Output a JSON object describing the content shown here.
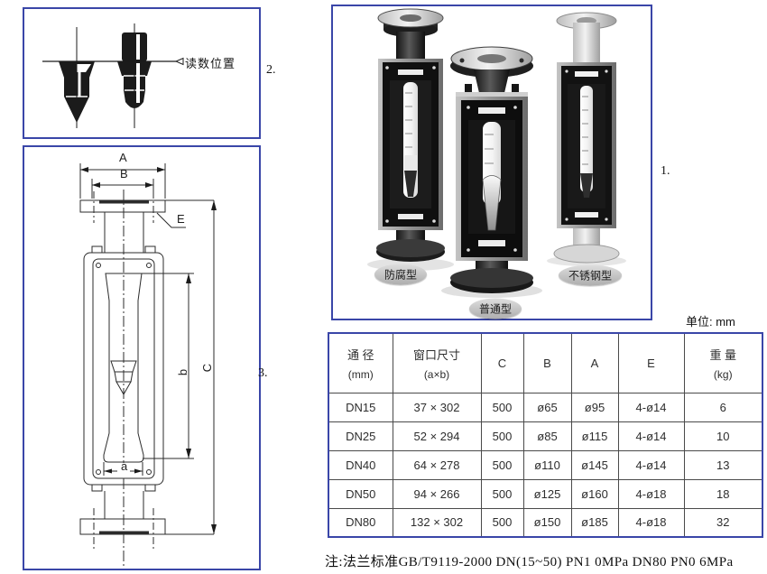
{
  "page": {
    "section_numbers": {
      "photo": "1.",
      "reading": "2.",
      "drawing": "3."
    },
    "units_label": "单位: mm",
    "note": "注:法兰标准GB/T9119-2000 DN(15~50) PN1 0MPa  DN80 PN0 6MPa"
  },
  "reading_panel": {
    "label": "读数位置"
  },
  "drawing_panel": {
    "dims": {
      "A": "A",
      "B": "B",
      "C": "C",
      "E": "E",
      "a": "a",
      "b": "b"
    }
  },
  "photo_panel": {
    "variants": [
      {
        "label": "防腐型"
      },
      {
        "label": "普通型"
      },
      {
        "label": "不锈钢型"
      }
    ]
  },
  "table": {
    "columns": [
      {
        "label": "通 径",
        "sub": "(mm)"
      },
      {
        "label": "窗口尺寸",
        "sub": "(a×b)"
      },
      {
        "label": "C",
        "sub": ""
      },
      {
        "label": "B",
        "sub": ""
      },
      {
        "label": "A",
        "sub": ""
      },
      {
        "label": "E",
        "sub": ""
      },
      {
        "label": "重 量",
        "sub": "(kg)"
      }
    ],
    "rows": [
      [
        "DN15",
        "37 × 302",
        "500",
        "ø65",
        "ø95",
        "4-ø14",
        "6"
      ],
      [
        "DN25",
        "52 × 294",
        "500",
        "ø85",
        "ø115",
        "4-ø14",
        "10"
      ],
      [
        "DN40",
        "64 × 278",
        "500",
        "ø110",
        "ø145",
        "4-ø14",
        "13"
      ],
      [
        "DN50",
        "94 × 266",
        "500",
        "ø125",
        "ø160",
        "4-ø18",
        "18"
      ],
      [
        "DN80",
        "132 × 302",
        "500",
        "ø150",
        "ø185",
        "4-ø18",
        "32"
      ]
    ]
  },
  "colors": {
    "panel_border": "#3a46a8",
    "grid_line": "#4a4a4a",
    "ink": "#1e1e1e"
  }
}
